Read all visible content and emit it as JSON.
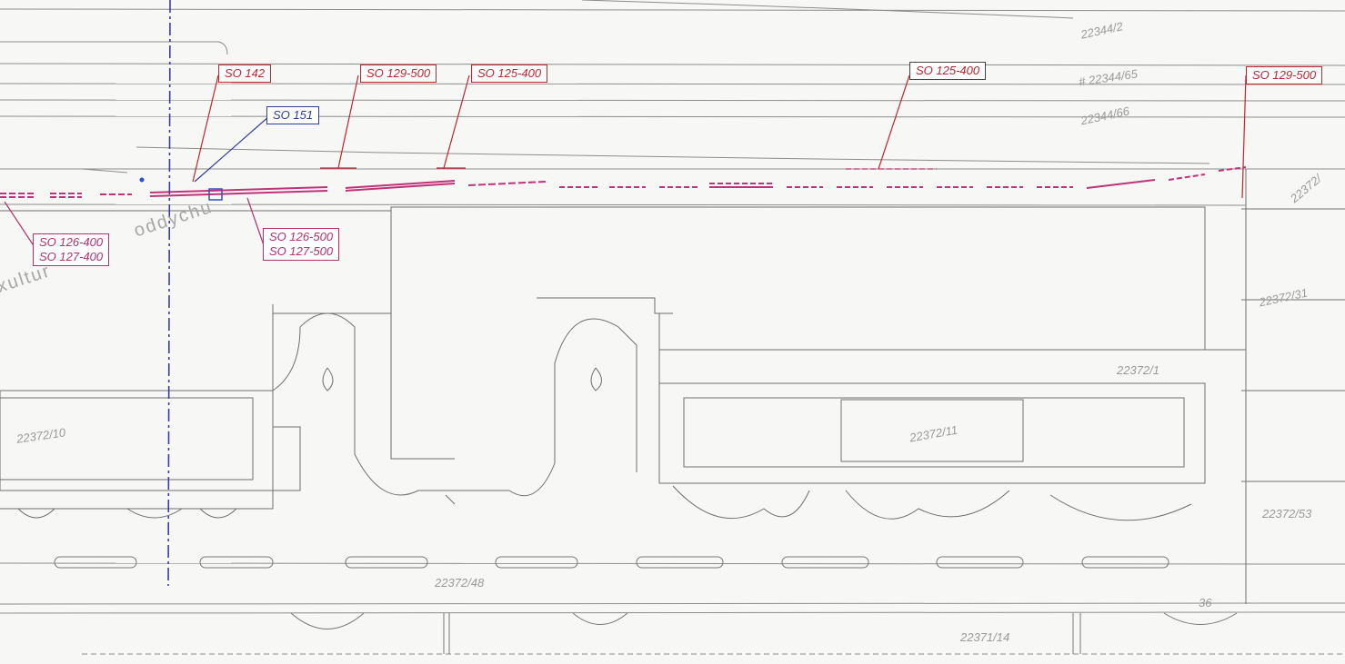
{
  "colors": {
    "paper": "#f7f7f5",
    "line": "#7d7d7d",
    "cable": "#c0337a",
    "red_tag": "#c2262f",
    "blue_tag": "#2f3f9a",
    "magenta_tag": "#b4306f",
    "axis": "#3b3bb0"
  },
  "labels": {
    "so142": "SO 142",
    "so151": "SO 151",
    "so129_500_a": "SO 129-500",
    "so125_400_a": "SO 125-400",
    "so125_400_b": "SO 125-400",
    "so129_500_b": "SO 129-500",
    "so126_400": "SO 126-400",
    "so127_400": "SO 127-400",
    "so126_500": "SO 126-500",
    "so127_500": "SO 127-500"
  },
  "parcels": {
    "p1": "22344/2",
    "p2": "# 22344/65",
    "p3": "22344/66",
    "p4": "22372/1",
    "p5": "22372/10",
    "p6": "22372/11",
    "p7": "22372/48",
    "p8": "22372/53",
    "p9": "22371/14",
    "p10": "22372/31",
    "p11": "36",
    "p12": "22372/"
  },
  "street_text": {
    "a": "xultur",
    "b": "oddychu"
  }
}
